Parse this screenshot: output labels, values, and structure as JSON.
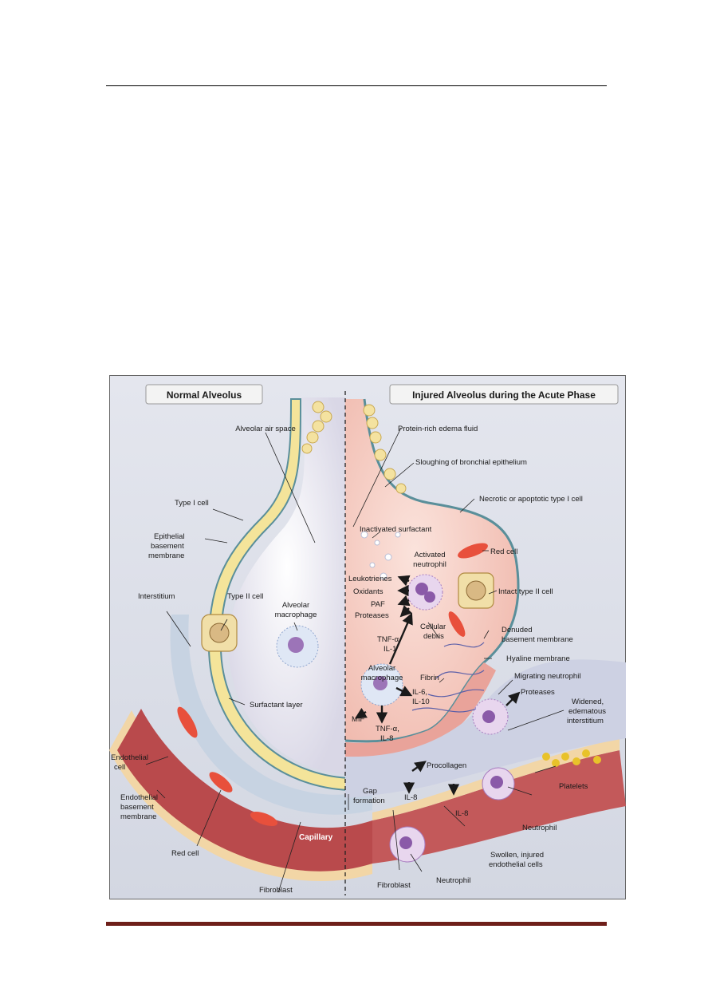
{
  "panels": {
    "left_title": "Normal Alveolus",
    "right_title": "Injured Alveolus during the Acute Phase"
  },
  "labels": {
    "alveolar_air_space": "Alveolar air space",
    "type1_cell": "Type I cell",
    "epithelial_bm_1": "Epithelial",
    "epithelial_bm_2": "basement",
    "epithelial_bm_3": "membrane",
    "interstitium": "Interstitium",
    "type2_cell": "Type II cell",
    "alveolar_macrophage_1": "Alveolar",
    "alveolar_macrophage_2": "macrophage",
    "surfactant_layer": "Surfactant layer",
    "endothelial_cell_1": "Endothelial",
    "endothelial_cell_2": "cell",
    "endothelial_bm_1": "Endothelial",
    "endothelial_bm_2": "basement",
    "endothelial_bm_3": "membrane",
    "red_cell_left": "Red cell",
    "capillary": "Capillary",
    "fibroblast_left": "Fibroblast",
    "protein_rich_edema": "Protein-rich edema fluid",
    "sloughing": "Sloughing of bronchial epithelium",
    "necrotic": "Necrotic or apoptotic type I cell",
    "inactivated_surfactant": "Inactivated surfactant",
    "activated_neutrophil_1": "Activated",
    "activated_neutrophil_2": "neutrophil",
    "red_cell_right": "Red cell",
    "leukotrienes": "Leukotrienes",
    "oxidants": "Oxidants",
    "paf": "PAF",
    "proteases_1": "Proteases",
    "intact_type2": "Intact type II cell",
    "tnf_il1_1": "TNF-α,",
    "tnf_il1_2": "IL-1",
    "cellular_debris_1": "Cellular",
    "cellular_debris_2": "debris",
    "denuded_bm_1": "Denuded",
    "denuded_bm_2": "basement membrane",
    "hyaline_membrane": "Hyaline membrane",
    "alv_macrophage_r_1": "Alveolar",
    "alv_macrophage_r_2": "macrophage",
    "fibrin": "Fibrin",
    "migrating_neutrophil": "Migrating neutrophil",
    "il6_il10_1": "IL-6,",
    "il6_il10_2": "IL-10",
    "proteases_2": "Proteases",
    "mif": "MIF",
    "tnf_il8_1": "TNF-α,",
    "tnf_il8_2": "IL-8",
    "widened_1": "Widened,",
    "widened_2": "edematous",
    "widened_3": "interstitium",
    "procollagen": "Procollagen",
    "gap_1": "Gap",
    "gap_2": "formation",
    "il8_a": "IL-8",
    "il8_b": "IL-8",
    "platelets": "Platelets",
    "neutrophil_a": "Neutrophil",
    "swollen_1": "Swollen, injured",
    "swollen_2": "endothelial cells",
    "fibroblast_right": "Fibroblast",
    "neutrophil_b": "Neutrophil"
  }
}
